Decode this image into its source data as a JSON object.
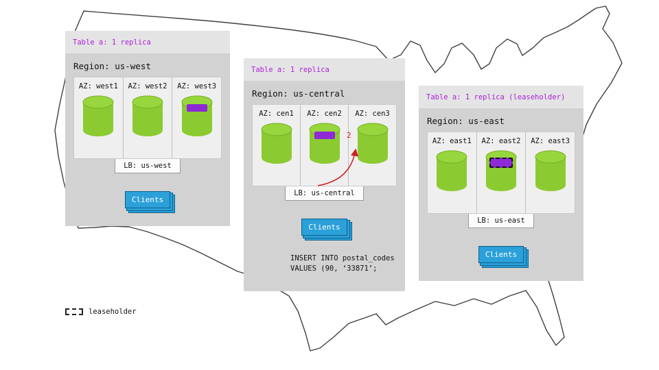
{
  "legend": {
    "label": "leaseholder"
  },
  "colors": {
    "replica_purple": "#8d2ad6",
    "header_purple": "#ab1fd6",
    "cylinder_green": "#8bcb31",
    "clients_blue": "#2ba0d9",
    "arrow_red": "#cc2222"
  },
  "panels": [
    {
      "id": "us-west",
      "table_label": "Table a: 1 replica",
      "region_label": "Region: us-west",
      "azs": [
        {
          "label": "AZ: west1",
          "replica": false,
          "leaseholder": false
        },
        {
          "label": "AZ: west2",
          "replica": false,
          "leaseholder": false
        },
        {
          "label": "AZ: west3",
          "replica": true,
          "leaseholder": false
        }
      ],
      "lb_label": "LB: us-west",
      "clients_label": "Clients"
    },
    {
      "id": "us-central",
      "table_label": "Table a: 1 replica",
      "region_label": "Region: us-central",
      "azs": [
        {
          "label": "AZ: cen1",
          "replica": false,
          "leaseholder": false
        },
        {
          "label": "AZ: cen2",
          "replica": true,
          "leaseholder": false
        },
        {
          "label": "AZ: cen3",
          "replica": false,
          "leaseholder": false
        }
      ],
      "lb_label": "LB: us-central",
      "clients_label": "Clients",
      "arrow_label": "2",
      "sql_line1": "INSERT INTO postal_codes",
      "sql_line2": "VALUES (90, ‘33871’;"
    },
    {
      "id": "us-east",
      "table_label": "Table a: 1 replica (leaseholder)",
      "region_label": "Region: us-east",
      "azs": [
        {
          "label": "AZ: east1",
          "replica": false,
          "leaseholder": false
        },
        {
          "label": "AZ: east2",
          "replica": true,
          "leaseholder": true
        },
        {
          "label": "AZ: east3",
          "replica": false,
          "leaseholder": false
        }
      ],
      "lb_label": "LB: us-east",
      "clients_label": "Clients"
    }
  ]
}
